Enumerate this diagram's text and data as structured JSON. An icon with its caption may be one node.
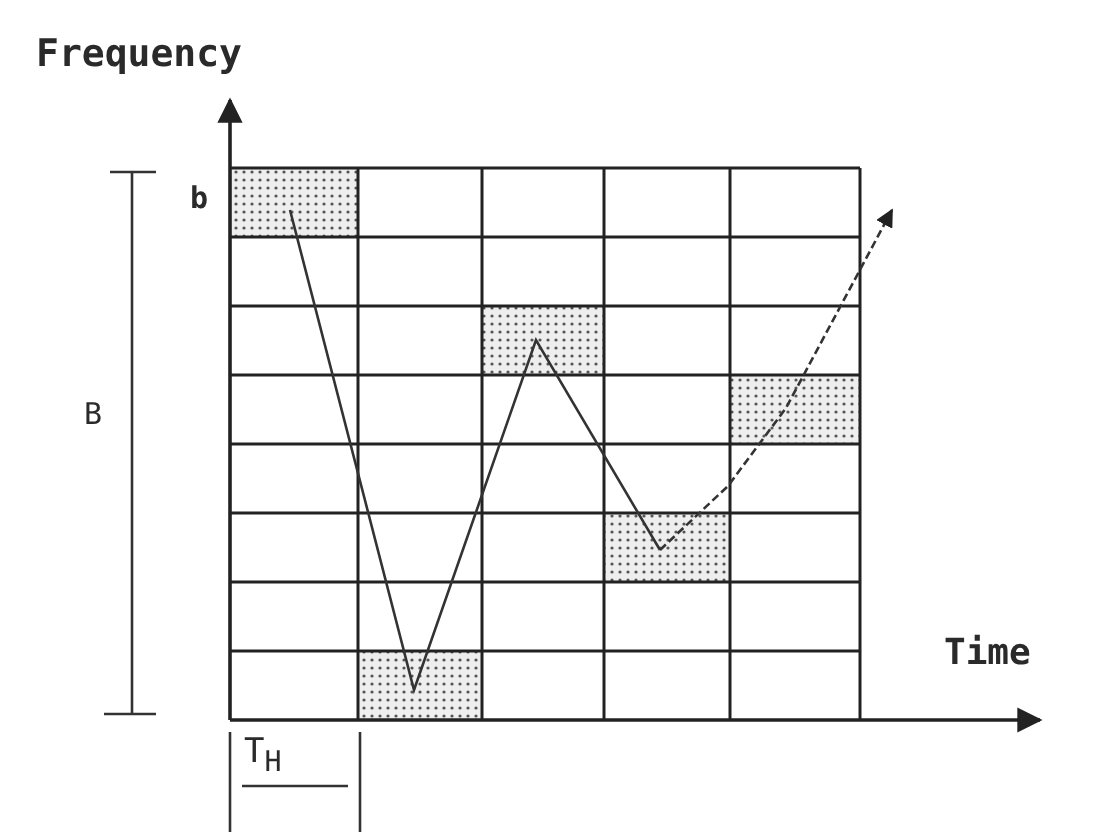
{
  "diagram": {
    "labels": [
      "Frequency",
      "b",
      "B",
      "Time",
      "T$_{H}$"
    ]
  }
}
